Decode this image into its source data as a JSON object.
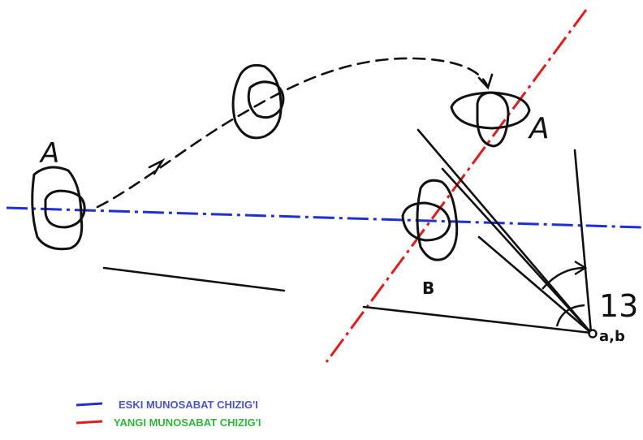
{
  "labels": {
    "a_left": "A",
    "a_right": "A",
    "b": "B",
    "angle_number": "13",
    "point": "a,b"
  },
  "legend": [
    {
      "text": "ESKI MUNOSABAT CHIZIG'I",
      "line_color": "#1f2fd6",
      "text_color": "#4a55c8"
    },
    {
      "text": "YANGI MUNOSABAT CHIZIG'I",
      "line_color": "#e01c1c",
      "text_color": "#2fb63a"
    }
  ],
  "colors": {
    "old_line": "#1f2fd6",
    "new_line": "#e01c1c",
    "ink": "#111111"
  }
}
